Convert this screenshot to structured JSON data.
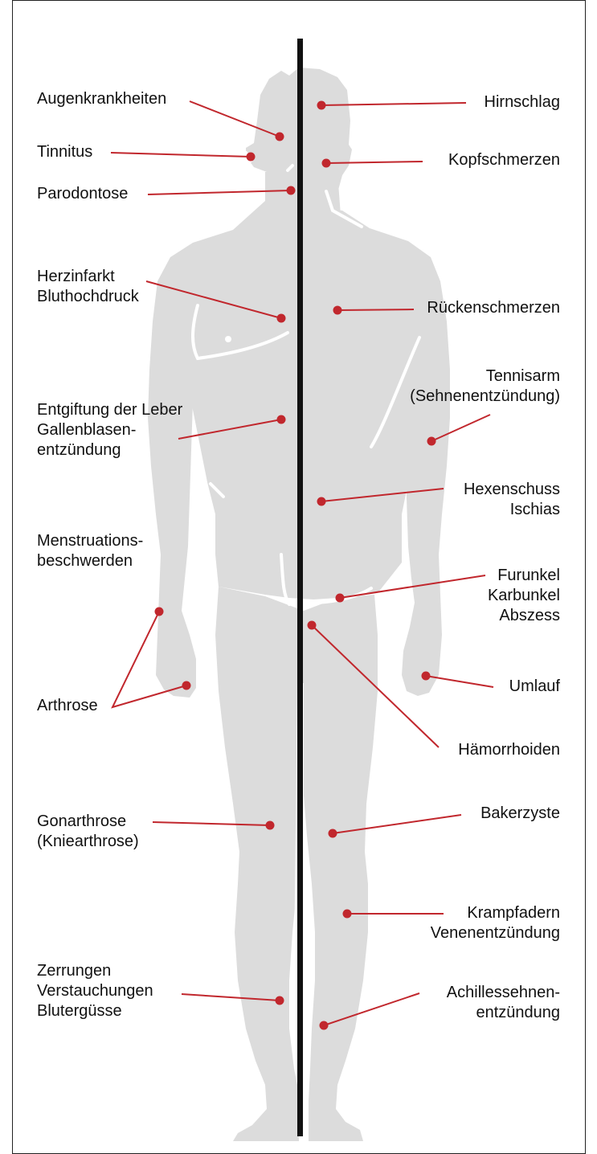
{
  "colors": {
    "body": "#dcdcdc",
    "divider": "#111111",
    "accent": "#c1272d",
    "text": "#111111"
  },
  "labels": {
    "augen": "Augenkrankheiten",
    "tinnitus": "Tinnitus",
    "parodontose": "Parodontose",
    "herz": "Herzinfarkt\nBluthochdruck",
    "leber": "Entgiftung der Leber\nGallenblasen-\nentzündung",
    "menstruation": "Menstruations-\nbeschwerden",
    "arthrose": "Arthrose",
    "gonarthrose": "Gonarthrose\n(Kniearthrose)",
    "zerrungen": "Zerrungen\nVerstauchungen\nBlutergüsse",
    "hirnschlag": "Hirnschlag",
    "kopf": "Kopfschmerzen",
    "ruecken": "Rückenschmerzen",
    "tennis": "Tennisarm\n(Sehnenentzündung)",
    "hexen": "Hexenschuss\nIschias",
    "furunkel": "Furunkel\nKarbunkel\nAbszess",
    "umlauf": "Umlauf",
    "haemorrhoiden": "Hämorrhoiden",
    "baker": "Bakerzyste",
    "krampf": "Krampfadern\nVenenentzündung",
    "achilles": "Achillessehnen-\nentzündung"
  }
}
